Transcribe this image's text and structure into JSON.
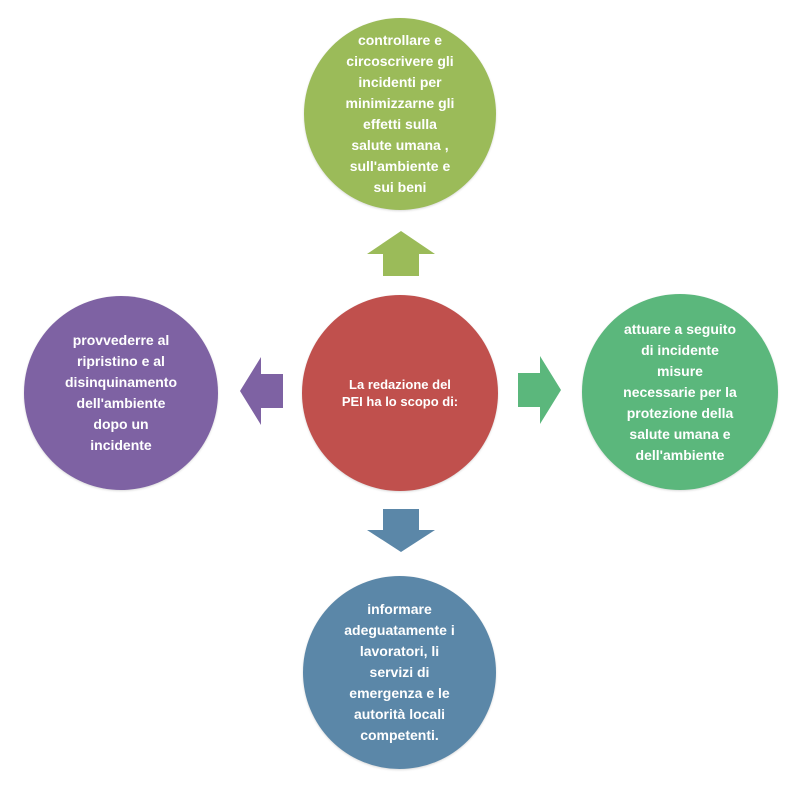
{
  "diagram": {
    "center": {
      "text": "La redazione del\nPEI ha lo scopo di:",
      "color": "#C0504D"
    },
    "top": {
      "text": "controllare e\ncircoscrivere gli\nincidenti per\nminimizzarne gli\neffetti sulla\nsalute umana ,\nsull'ambiente e\nsui beni",
      "color": "#9BBB59"
    },
    "right": {
      "text": "attuare a seguito\ndi incidente\nmisure\nnecessarie  per la\nprotezione della\nsalute umana e\ndell'ambiente",
      "color": "#5BB77C"
    },
    "bottom": {
      "text": "informare\nadeguatamente i\nlavoratori, li\nservizi di\nemergenza e le\nautorità locali\ncompetenti.",
      "color": "#5B87A8"
    },
    "left": {
      "text": "provvederre al\nripristino e al\ndisinquinamento\ndell'ambiente\ndopo un\nincidente",
      "color": "#7E62A3"
    }
  }
}
